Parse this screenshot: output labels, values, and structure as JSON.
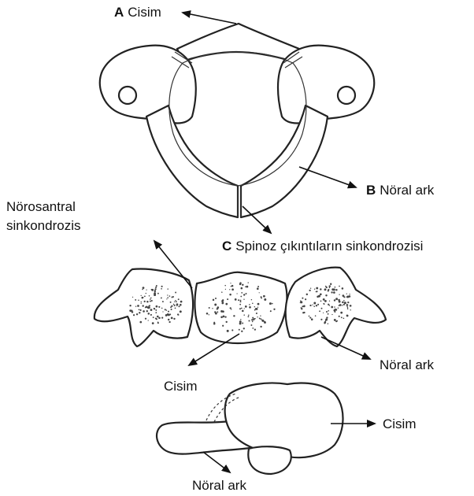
{
  "labels": {
    "a_letter": "A",
    "a_text": "Cisim",
    "b_letter": "B",
    "b_text": "Nöral ark",
    "c_letter": "C",
    "c_text": "Spinoz çıkıntıların sinkondrozisi",
    "norosantral_line1": "Nörosantral",
    "norosantral_line2": "sinkondrozis",
    "mid_noral_ark": "Nöral ark",
    "mid_cisim": "Cisim",
    "bottom_cisim": "Cisim",
    "bottom_noral_ark": "Nöral ark"
  }
}
